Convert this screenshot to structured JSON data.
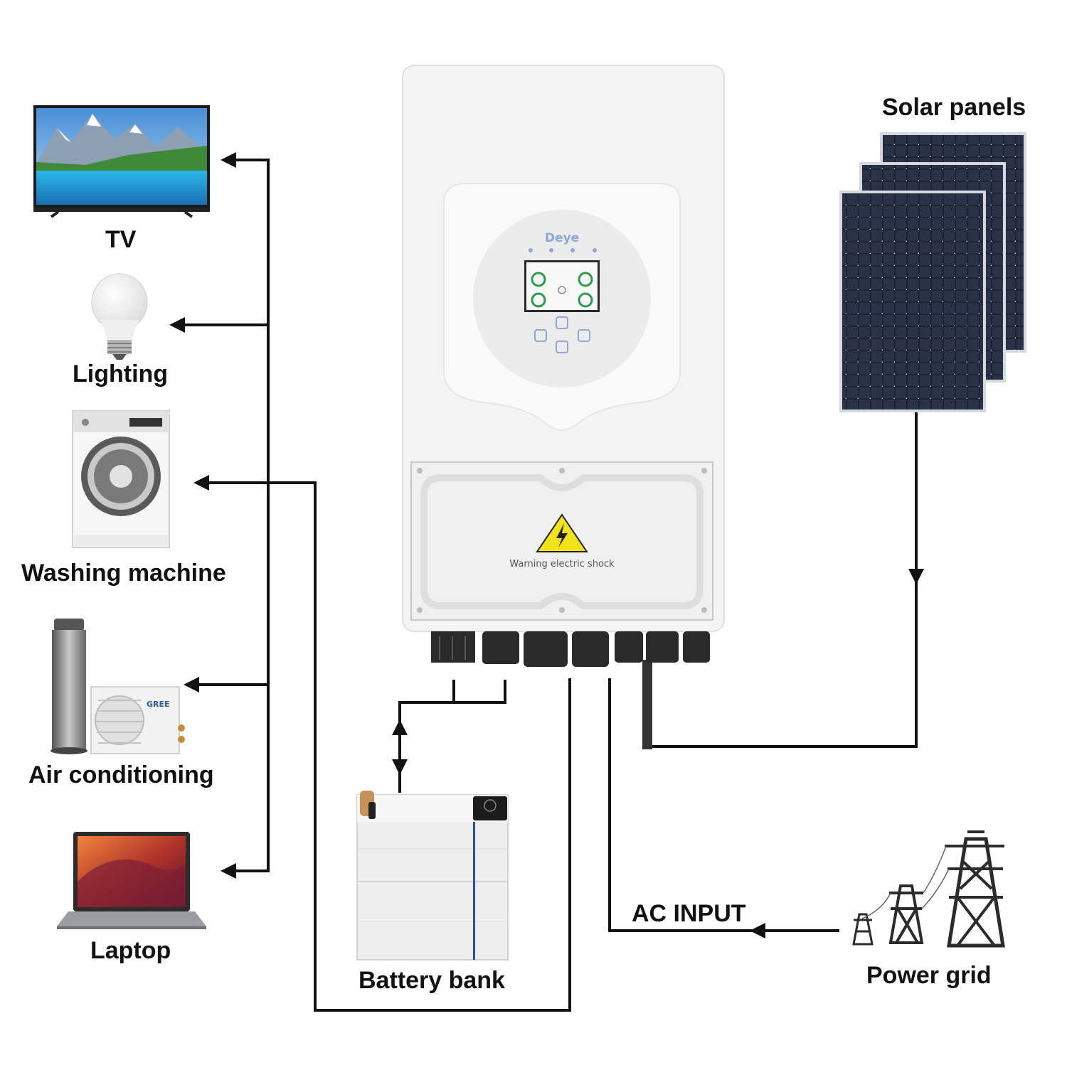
{
  "labels": {
    "tv": "TV",
    "lighting": "Lighting",
    "washing_machine": "Washing machine",
    "air_conditioning": "Air conditioning",
    "laptop": "Laptop",
    "solar_panels": "Solar panels",
    "battery_bank": "Battery bank",
    "ac_input": "AC INPUT",
    "power_grid": "Power grid"
  },
  "inverter": {
    "brand": "Deye",
    "warning": "Warning electric shock",
    "ac_unit_brand": "GREE"
  },
  "colors": {
    "line": "#111111",
    "inverter_body": "#f4f4f4",
    "panel_cell": "#1c2333",
    "warning_yellow": "#f5e31a"
  },
  "icons": [
    "tv-icon",
    "light-bulb-icon",
    "washing-machine-icon",
    "air-conditioner-icon",
    "laptop-icon",
    "solar-panel-icon",
    "battery-icon",
    "power-tower-icon",
    "warning-icon"
  ]
}
